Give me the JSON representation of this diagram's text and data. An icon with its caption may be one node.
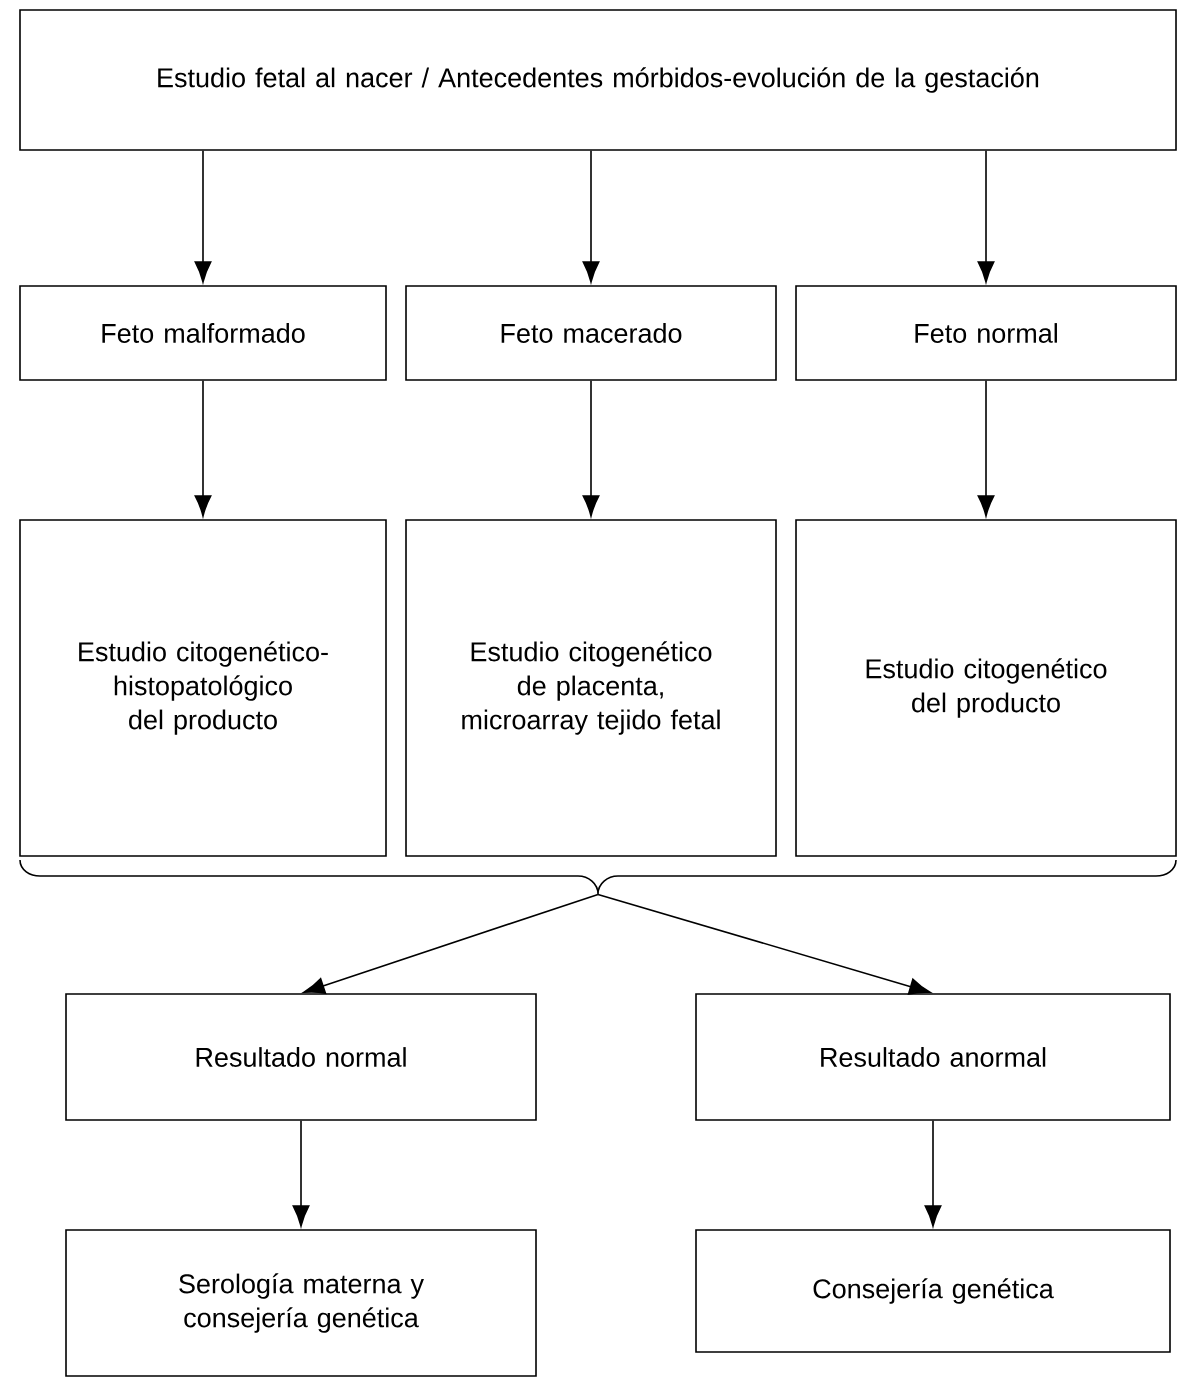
{
  "diagram": {
    "nodes": [
      {
        "text": [
          "Estudio fetal al nacer / Antecedentes mórbidos-evolución de la gestación"
        ]
      },
      {
        "text": [
          "Feto malformado"
        ]
      },
      {
        "text": [
          "Feto macerado"
        ]
      },
      {
        "text": [
          "Feto normal"
        ]
      },
      {
        "text": [
          "Estudio citogenético-histopatológico del producto"
        ]
      },
      {
        "text": [
          "Estudio citogenético de placenta, microarray tejido fetal"
        ]
      },
      {
        "text": [
          "Estudio citogenético del producto"
        ]
      },
      {
        "text": [],
        "shape": "brace"
      },
      {
        "text": [
          "Resultado normal"
        ]
      },
      {
        "text": [
          "Resultado anormal"
        ]
      },
      {
        "text": [
          "Serología materna y consejería genética"
        ]
      },
      {
        "text": [
          "Consejería genética"
        ]
      }
    ],
    "edges": [
      {
        "from": 0,
        "to": 1,
        "arrow": "to"
      },
      {
        "from": 0,
        "to": 2,
        "arrow": "to"
      },
      {
        "from": 0,
        "to": 3,
        "arrow": "to"
      },
      {
        "from": 1,
        "to": 4,
        "arrow": "to"
      },
      {
        "from": 2,
        "to": 5,
        "arrow": "to"
      },
      {
        "from": 3,
        "to": 6,
        "arrow": "to"
      },
      {
        "from": 7,
        "to": 8,
        "arrow": "to"
      },
      {
        "from": 7,
        "to": 9,
        "arrow": "to"
      },
      {
        "from": 8,
        "to": 10,
        "arrow": "to"
      },
      {
        "from": 9,
        "to": 11,
        "arrow": "to"
      }
    ]
  }
}
